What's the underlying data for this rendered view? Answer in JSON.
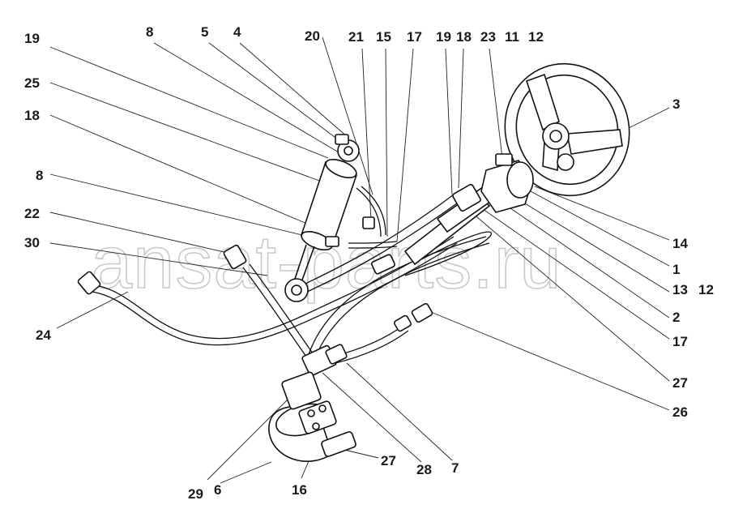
{
  "watermark": "ansat-parts.ru",
  "labels": [
    {
      "id": "19a",
      "text": "19"
    },
    {
      "id": "8a",
      "text": "8"
    },
    {
      "id": "5",
      "text": "5"
    },
    {
      "id": "4",
      "text": "4"
    },
    {
      "id": "20",
      "text": "20"
    },
    {
      "id": "21",
      "text": "21"
    },
    {
      "id": "15",
      "text": "15"
    },
    {
      "id": "17a",
      "text": "17"
    },
    {
      "id": "19b",
      "text": "19"
    },
    {
      "id": "18a",
      "text": "18"
    },
    {
      "id": "23",
      "text": "23"
    },
    {
      "id": "11",
      "text": "11"
    },
    {
      "id": "12a",
      "text": "12"
    },
    {
      "id": "25",
      "text": "25"
    },
    {
      "id": "18b",
      "text": "18"
    },
    {
      "id": "8b",
      "text": "8"
    },
    {
      "id": "22",
      "text": "22"
    },
    {
      "id": "30",
      "text": "30"
    },
    {
      "id": "24",
      "text": "24"
    },
    {
      "id": "3",
      "text": "3"
    },
    {
      "id": "14",
      "text": "14"
    },
    {
      "id": "1",
      "text": "1"
    },
    {
      "id": "13",
      "text": "13"
    },
    {
      "id": "12b",
      "text": "12"
    },
    {
      "id": "2",
      "text": "2"
    },
    {
      "id": "17b",
      "text": "17"
    },
    {
      "id": "27a",
      "text": "27"
    },
    {
      "id": "26",
      "text": "26"
    },
    {
      "id": "27b",
      "text": "27"
    },
    {
      "id": "28",
      "text": "28"
    },
    {
      "id": "7",
      "text": "7"
    },
    {
      "id": "29",
      "text": "29"
    },
    {
      "id": "6",
      "text": "6"
    },
    {
      "id": "16",
      "text": "16"
    }
  ]
}
